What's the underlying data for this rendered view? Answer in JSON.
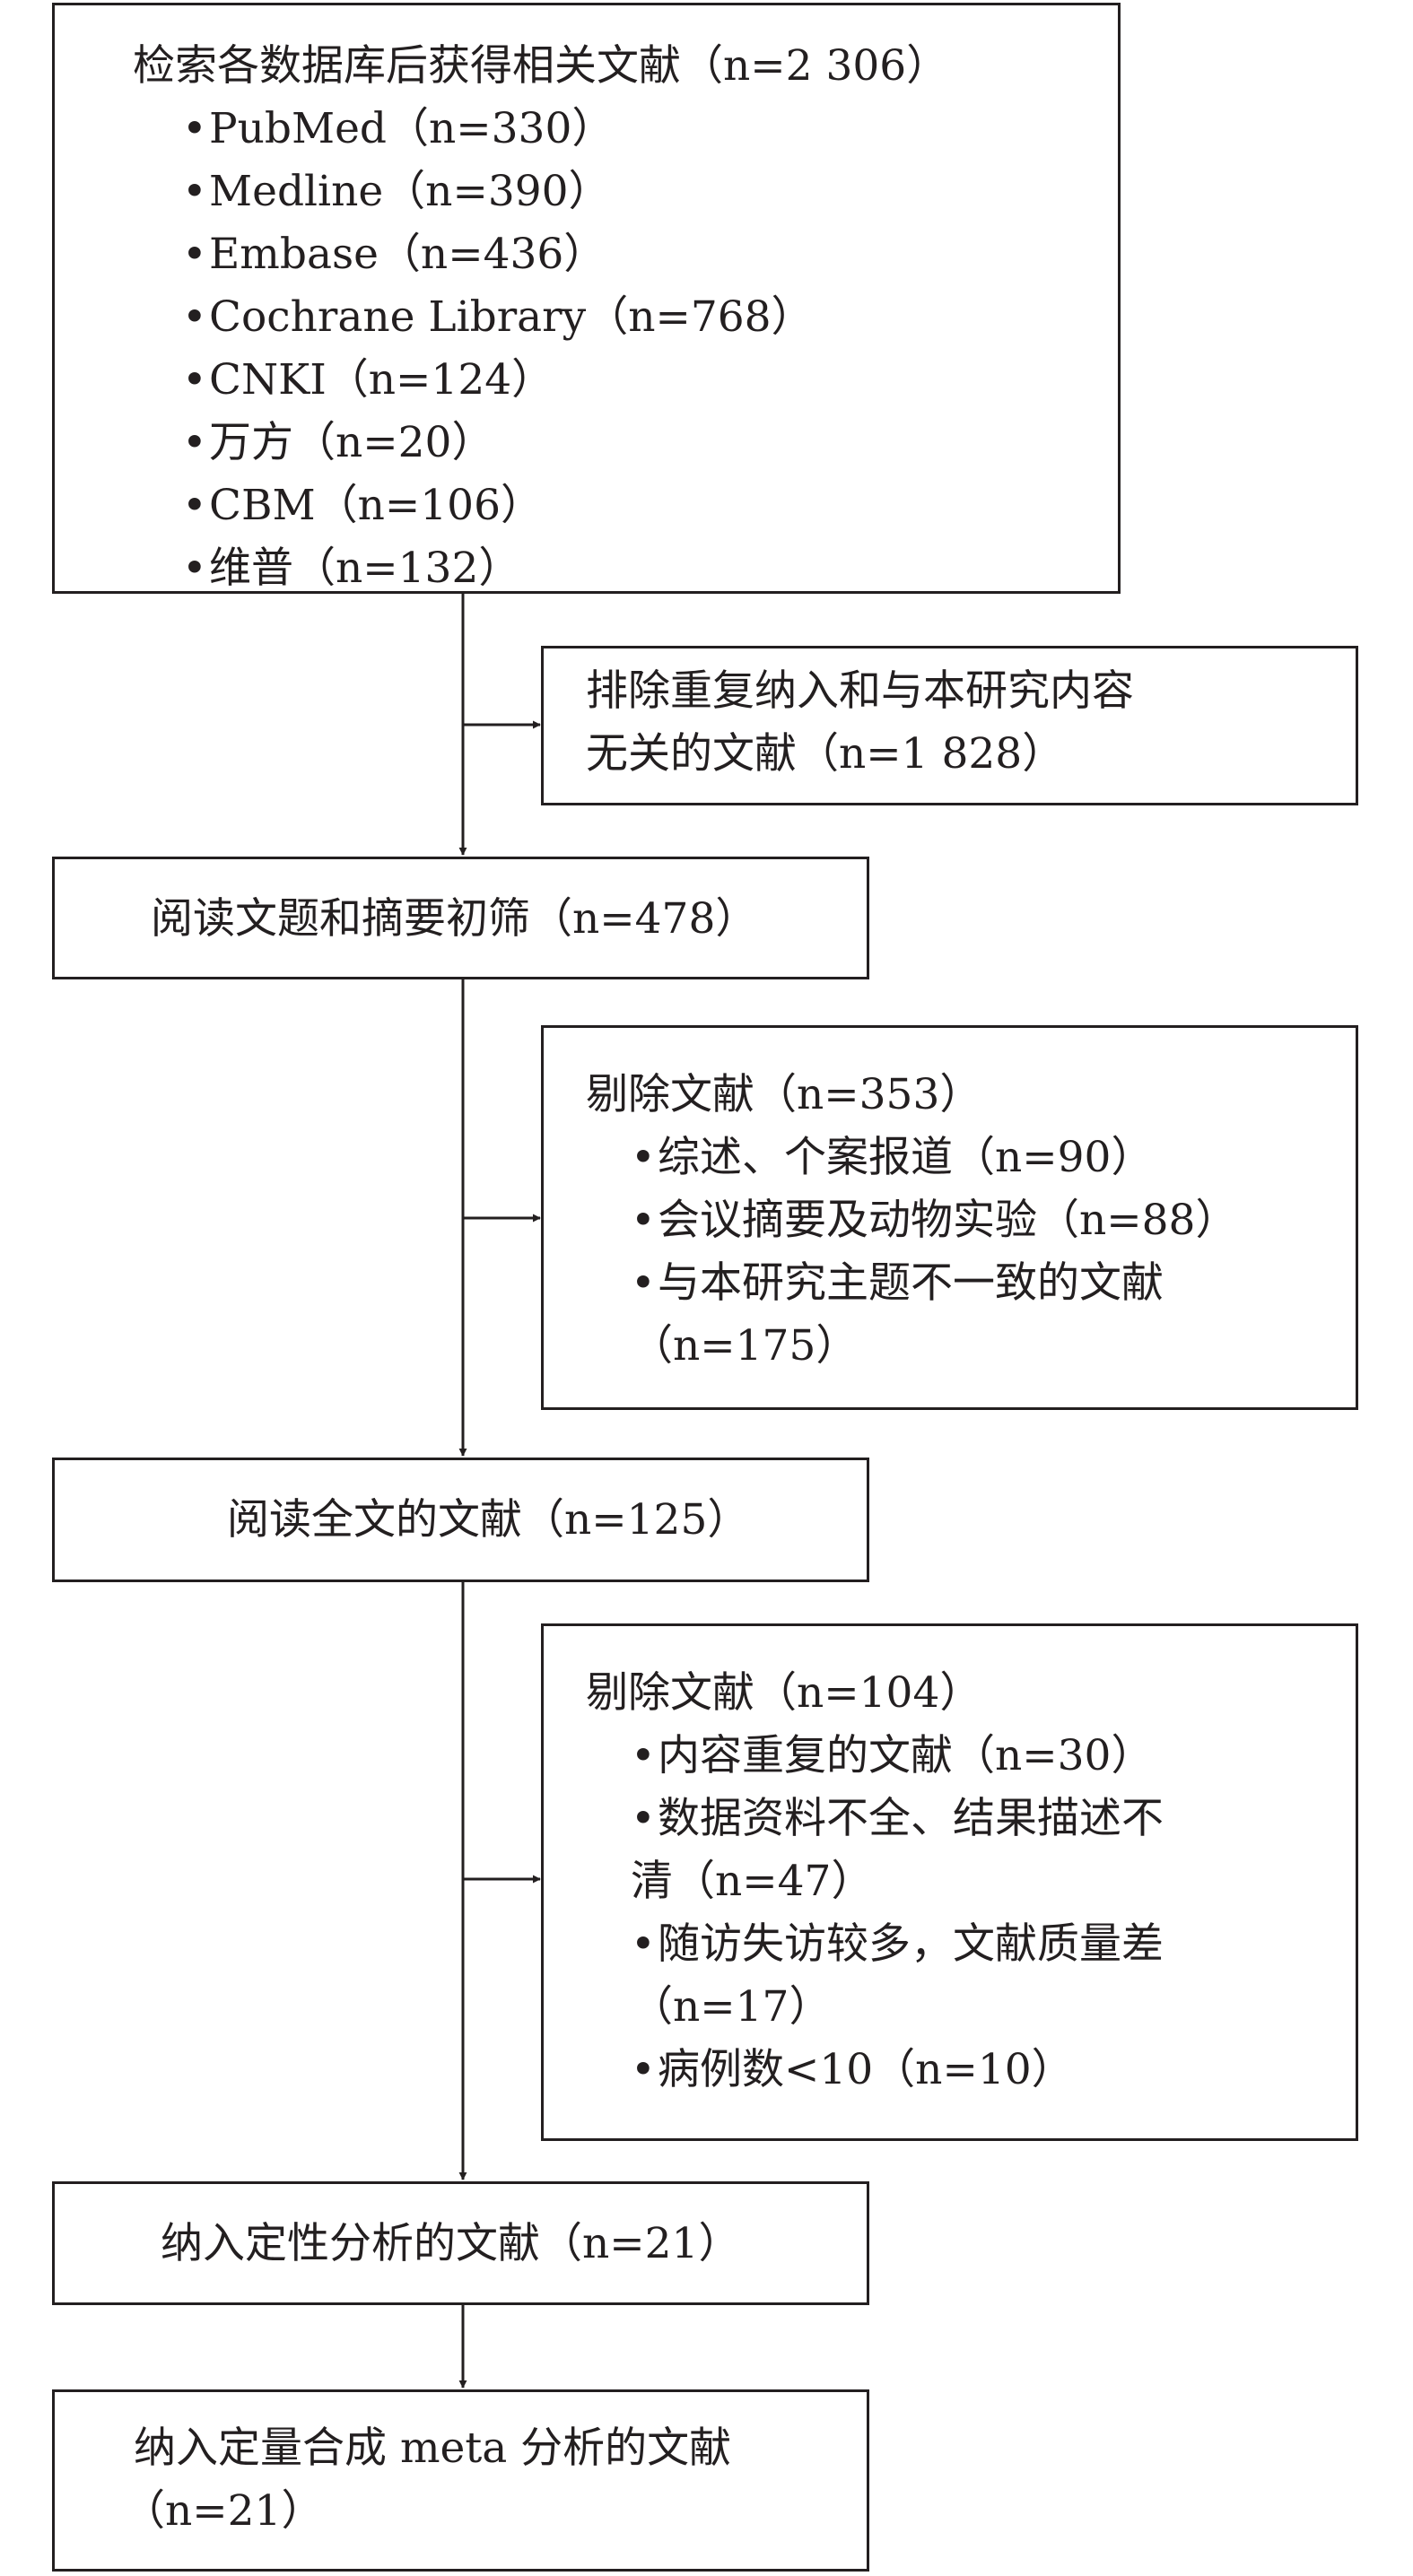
{
  "boxes": {
    "search": {
      "title": "检索各数据库后获得相关文献（n=2 306）",
      "items": [
        "PubMed（n=330）",
        "Medline（n=390）",
        "Embase（n=436）",
        "Cochrane Library（n=768）",
        "CNKI（n=124）",
        "万方（n=20）",
        "CBM（n=106）",
        "维普（n=132）"
      ]
    },
    "exclude_duplicates": {
      "line1": "排除重复纳入和与本研究内容",
      "line2": "无关的文献（n=1 828）"
    },
    "screen_title_abstract": {
      "text": "阅读文题和摘要初筛（n=478）"
    },
    "exclude_first": {
      "title": "剔除文献（n=353）",
      "item1": "综述、个案报道（n=90）",
      "item2": "会议摘要及动物实验（n=88）",
      "item3_line1": "与本研究主题不一致的文献",
      "item3_line2": "（n=175）"
    },
    "full_text": {
      "text": "阅读全文的文献（n=125）"
    },
    "exclude_second": {
      "title": "剔除文献（n=104）",
      "item1": "内容重复的文献（n=30）",
      "item2_line1": "数据资料不全、结果描述不",
      "item2_line2": "清（n=47）",
      "item3_line1": "随访失访较多，文献质量差",
      "item3_line2": "（n=17）",
      "item4": "病例数<10（n=10）"
    },
    "qualitative": {
      "text": "纳入定性分析的文献（n=21）"
    },
    "quantitative": {
      "line1": "纳入定量合成 meta 分析的文献",
      "line2": "（n=21）"
    }
  }
}
